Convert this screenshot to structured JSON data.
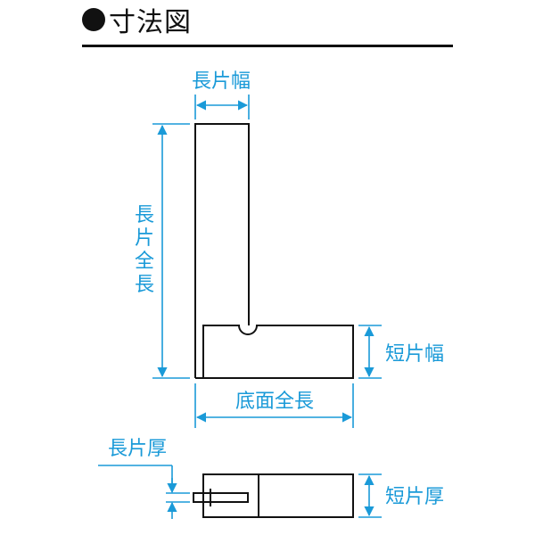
{
  "header": {
    "title": "寸法図"
  },
  "labels": {
    "long_width": "長片幅",
    "long_length": "長片全長",
    "short_width": "短片幅",
    "base_length": "底面全長",
    "long_thickness": "長片厚",
    "short_thickness": "短片厚"
  },
  "colors": {
    "dimension": "#1a9ad8",
    "outline": "#111111"
  }
}
